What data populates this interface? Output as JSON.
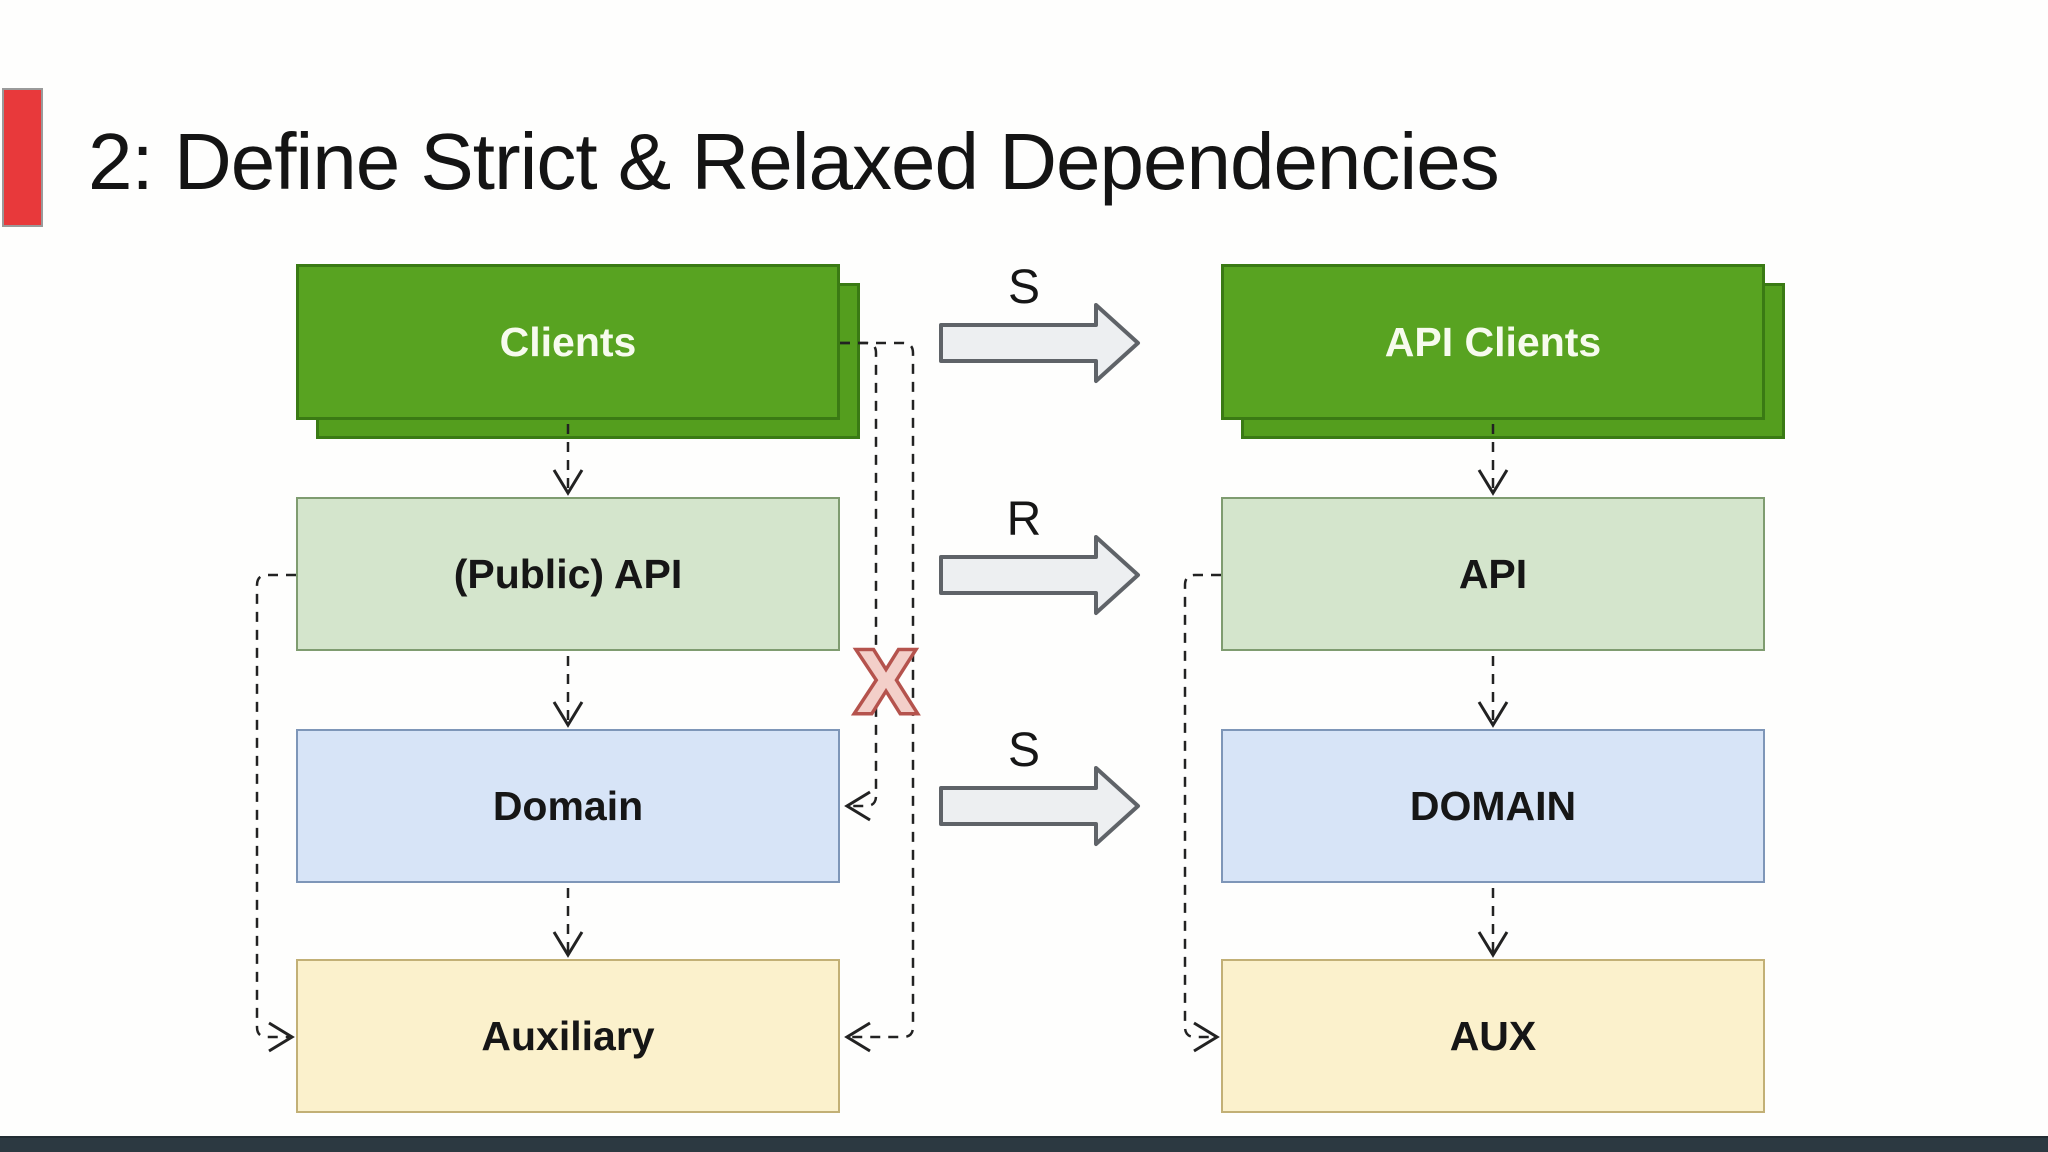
{
  "slide": {
    "title": "2: Define Strict & Relaxed Dependencies"
  },
  "colors": {
    "accent_red": "#e8393b",
    "client_green": "#58a321",
    "api_light_green": "#d4e5cc",
    "domain_light_blue": "#d7e4f7",
    "aux_light_yellow": "#fbf1cc",
    "blocked_marker_red": "#b5534d",
    "footer_dark": "#2c3941"
  },
  "diagram": {
    "left_column": {
      "boxes": [
        {
          "id": "clients",
          "label": "Clients",
          "stacked": true
        },
        {
          "id": "public-api",
          "label": "(Public) API"
        },
        {
          "id": "domain",
          "label": "Domain"
        },
        {
          "id": "auxiliary",
          "label": "Auxiliary"
        }
      ]
    },
    "right_column": {
      "boxes": [
        {
          "id": "api-clients",
          "label": "API Clients",
          "stacked": true
        },
        {
          "id": "api",
          "label": "API"
        },
        {
          "id": "domain",
          "label": "DOMAIN"
        },
        {
          "id": "aux",
          "label": "AUX"
        }
      ]
    },
    "transform_arrows": [
      {
        "label": "S"
      },
      {
        "label": "R"
      },
      {
        "label": "S"
      }
    ],
    "blocked_dependency_marker": "X"
  }
}
